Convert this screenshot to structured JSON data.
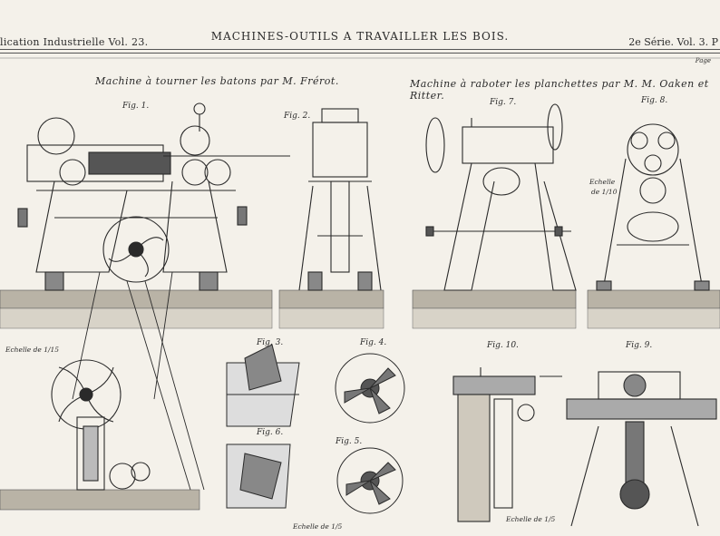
{
  "header": {
    "left": "lication Industrielle  Vol. 23.",
    "center": "MACHINES-OUTILS A TRAVAILLER LES BOIS.",
    "right": "2e Série.  Vol. 3.  P",
    "page_label": "Page"
  },
  "titles": {
    "left": "Machine à tourner les batons par M. Frérot.",
    "right": "Machine à raboter les planchettes par M. M. Oaken et Ritter."
  },
  "figures": {
    "fig1": "Fig. 1.",
    "fig2": "Fig. 2.",
    "fig3": "Fig. 3.",
    "fig4": "Fig. 4.",
    "fig5": "Fig. 5.",
    "fig6": "Fig. 6.",
    "fig7": "Fig. 7.",
    "fig8": "Fig. 8.",
    "fig9": "Fig. 9.",
    "fig10": "Fig. 10."
  },
  "scales": {
    "left": "Echelle de 1/15",
    "fig8_a": "Echelle",
    "fig8_b": "de 1/10",
    "middle": "Echelle de 1/5",
    "bottom_right": "Echelle de 1/5"
  },
  "colors": {
    "paper": "#f4f1ea",
    "ink": "#2a2a2a",
    "ground": "#b9b3a6"
  }
}
